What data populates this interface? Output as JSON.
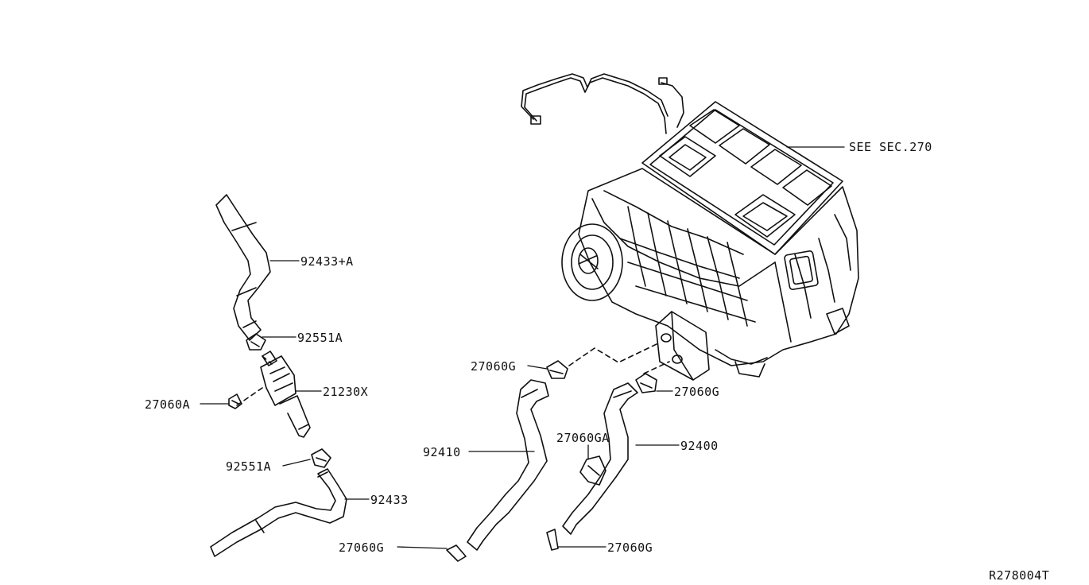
{
  "diagram": {
    "callouts": {
      "see_sec": "SEE SEC.270",
      "hose_upper": "92433+A",
      "clamp_upper": "92551A",
      "clip_bolt": "27060A",
      "valve": "21230X",
      "clamp_lower": "92551A",
      "hose_lower": "92433",
      "clamp_left_top": "27060G",
      "clamp_right_top": "27060G",
      "clamp_center": "27060GA",
      "hose_inlet": "92410",
      "hose_outlet": "92400",
      "clamp_left_bottom": "27060G",
      "clamp_right_bottom": "27060G"
    },
    "reference_code": "R278004T"
  },
  "colors": {
    "line": "#111111",
    "background": "#ffffff"
  }
}
